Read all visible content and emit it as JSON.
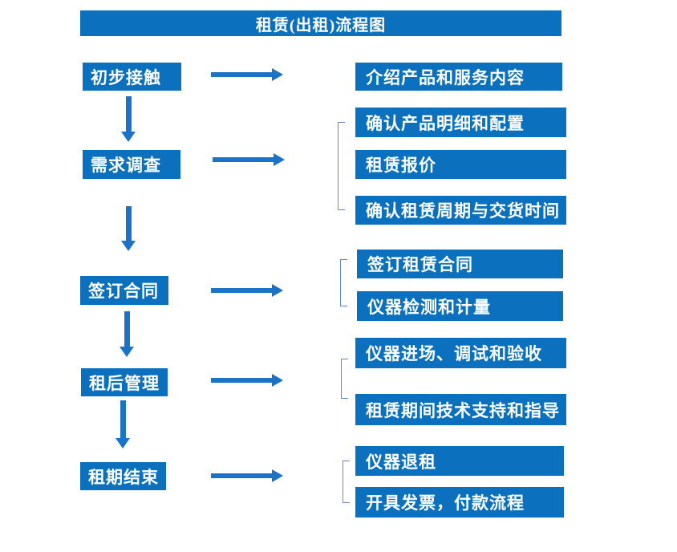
{
  "title": "租赁(出租)流程图",
  "colors": {
    "box_blue": "#0b70bd",
    "arrow_blue": "#1a73c6",
    "bracket_blue": "#6189c4",
    "text": "#ffffff"
  },
  "stages": [
    {
      "label": "初步接触",
      "details": [
        "介绍产品和服务内容"
      ]
    },
    {
      "label": "需求调查",
      "details": [
        "确认产品明细和配置",
        "租赁报价",
        "确认租赁周期与交货时间"
      ]
    },
    {
      "label": "签订合同",
      "details": [
        "签订租赁合同",
        "仪器检测和计量"
      ]
    },
    {
      "label": "租后管理",
      "details": [
        "仪器进场、调试和验收",
        "租赁期间技术支持和指导"
      ]
    },
    {
      "label": "租期结束",
      "details": [
        "仪器退租",
        "开具发票，付款流程"
      ]
    }
  ]
}
